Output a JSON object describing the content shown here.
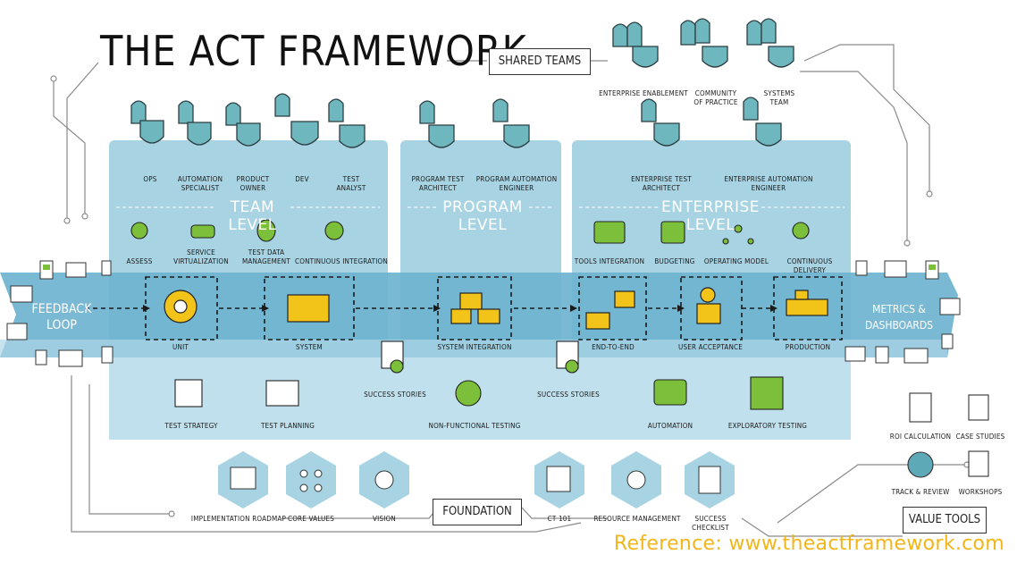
{
  "title": "THE ACT FRAMEWORK",
  "shared_teams": {
    "label": "SHARED TEAMS",
    "teams": [
      "ENTERPRISE ENABLEMENT",
      "COMMUNITY OF PRACTICE",
      "SYSTEMS TEAM"
    ]
  },
  "levels": {
    "team": "TEAM LEVEL",
    "program": "PROGRAM LEVEL",
    "enterprise": "ENTERPRISE LEVEL"
  },
  "team_roles": [
    "OPS",
    "AUTOMATION SPECIALIST",
    "PRODUCT OWNER",
    "DEV",
    "TEST ANALYST"
  ],
  "program_roles": [
    "PROGRAM TEST ARCHITECT",
    "PROGRAM AUTOMATION ENGINEER"
  ],
  "enterprise_roles": [
    "ENTERPRISE TEST ARCHITECT",
    "ENTERPRISE AUTOMATION ENGINEER"
  ],
  "team_practices": [
    "ASSESS",
    "SERVICE VIRTUALIZATION",
    "TEST DATA MANAGEMENT",
    "CONTINUOUS INTEGRATION"
  ],
  "enterprise_practices": [
    "TOOLS INTEGRATION",
    "BUDGETING",
    "OPERATING MODEL",
    "CONTINUOUS DELIVERY"
  ],
  "pipeline": [
    "UNIT",
    "SYSTEM",
    "SYSTEM INTEGRATION",
    "END-TO-END",
    "USER ACCEPTANCE",
    "PRODUCTION"
  ],
  "lower_items": [
    "TEST STRATEGY",
    "TEST PLANNING",
    "SUCCESS STORIES",
    "NON-FUNCTIONAL TESTING",
    "SUCCESS STORIES",
    "AUTOMATION",
    "EXPLORATORY TESTING"
  ],
  "feedback": "FEEDBACK LOOP",
  "metrics": "METRICS & DASHBOARDS",
  "foundation": {
    "label": "FOUNDATION",
    "items": [
      "IMPLEMENTATION ROADMAP",
      "CORE VALUES",
      "VISION",
      "CT 101",
      "RESOURCE MANAGEMENT",
      "SUCCESS CHECKLIST"
    ]
  },
  "value_tools": {
    "label": "VALUE TOOLS",
    "items": [
      "ROI CALCULATION",
      "CASE STUDIES",
      "TRACK & REVIEW",
      "WORKSHOPS"
    ]
  },
  "reference": "Reference: www.theactframework.com",
  "colors": {
    "panel": "#a7d3e3",
    "band": "#6fb3cf",
    "band_light": "#cfe6ef",
    "accent": "#f2b61a",
    "teal": "#5ea9b8",
    "green": "#7cbf3a"
  }
}
